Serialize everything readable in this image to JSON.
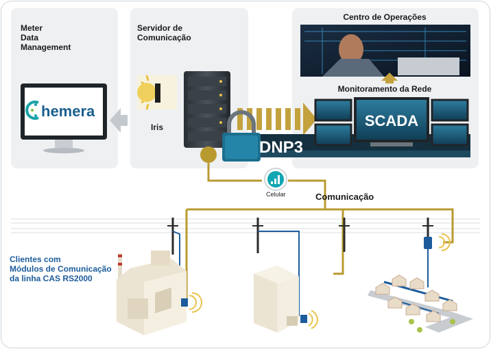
{
  "meter_data_management": {
    "label_lines": [
      "Meter",
      "Data",
      "Management"
    ]
  },
  "servidor": {
    "label_lines": [
      "Servidor de",
      "Comunicação"
    ]
  },
  "centro": {
    "label": "Centro de Operações"
  },
  "monitoramento": {
    "label": "Monitoramento da Rede"
  },
  "chemera_logo": {
    "text": "hemera"
  },
  "iris_logo": {
    "text": "Iris"
  },
  "scada": {
    "label": "SCADA"
  },
  "dnp3": {
    "label": "DNP3"
  },
  "celular": {
    "label": "Celular"
  },
  "comunicacao": {
    "label": "Comunicação"
  },
  "clientes": {
    "label_lines": [
      "Clientes com",
      "Módulos de Comunicação",
      "da linha CAS RS2000"
    ]
  },
  "colors": {
    "gold": "#b99a2f",
    "blue": "#1c5c9c",
    "dark_navy": "#14303f",
    "teal": "#13a6b3",
    "lock_blue": "#1c6f8e"
  }
}
